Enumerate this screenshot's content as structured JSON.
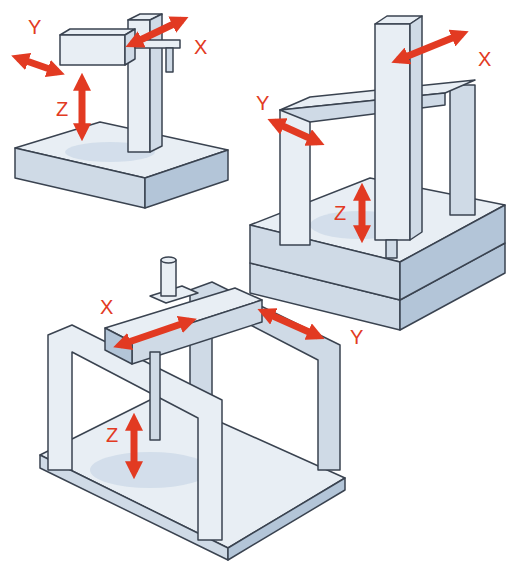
{
  "diagram": {
    "labels": [
      "Y",
      "X",
      "Z",
      "X",
      "Y",
      "Z",
      "X",
      "Y",
      "Z"
    ]
  }
}
